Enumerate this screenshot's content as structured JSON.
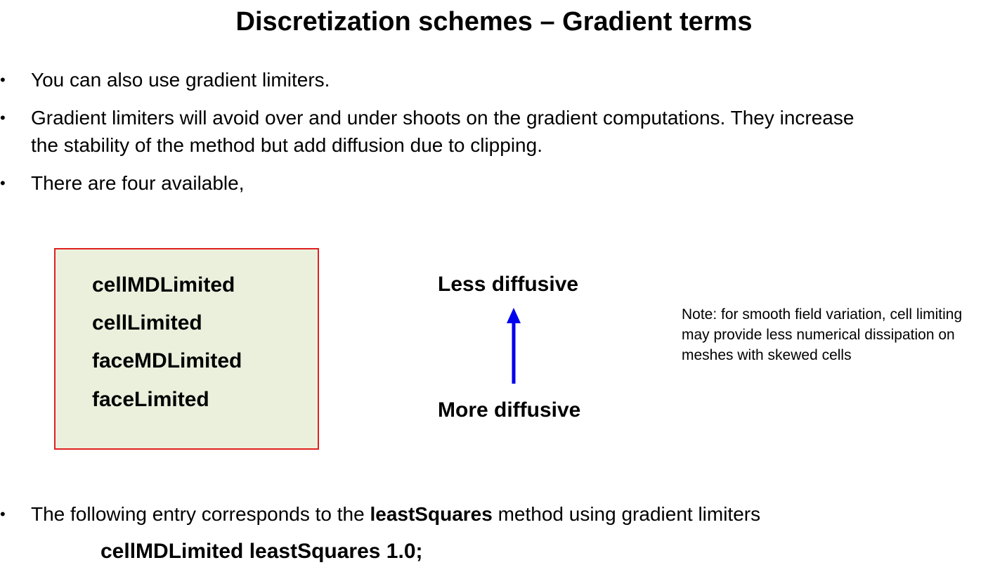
{
  "title": "Discretization schemes – Gradient terms",
  "bullet_char": "•",
  "bullets": [
    {
      "text": "You can also use gradient limiters."
    },
    {
      "line1": "Gradient limiters will avoid over and under shoots on the gradient computations. They increase",
      "line2": "the stability of the method but add diffusion due to clipping."
    },
    {
      "text": "There are four available,"
    },
    {
      "prefix": "The following entry corresponds to the ",
      "bold": "leastSquares",
      "suffix": " method using gradient limiters"
    }
  ],
  "limiters": [
    "cellMDLimited",
    "cellLimited",
    "faceMDLimited",
    "faceLimited"
  ],
  "diffusion": {
    "top_label": "Less diffusive",
    "bottom_label": "More diffusive",
    "arrow_color": "#0000ee"
  },
  "note": "Note: for smooth field variation, cell limiting may provide less numerical dissipation on meshes with skewed cells",
  "code_entry": "cellMDLimited leastSquares 1.0;",
  "colors": {
    "box_fill": "#ebf0dd",
    "box_border": "#e0201f"
  }
}
